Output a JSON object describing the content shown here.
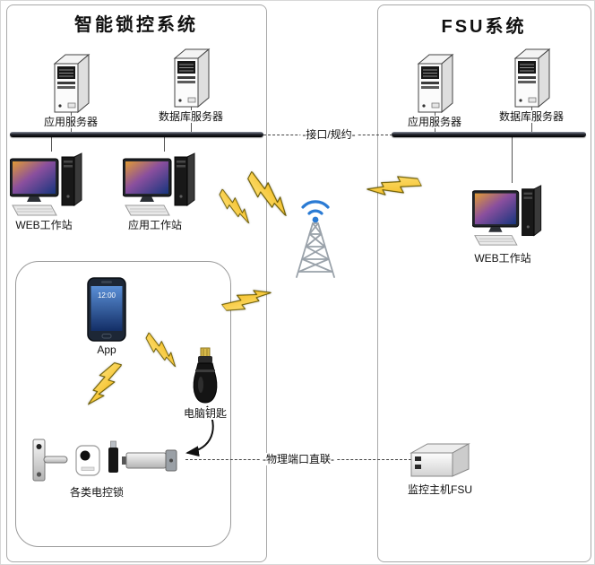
{
  "left_panel": {
    "title": "智能锁控系统",
    "app_server": "应用服务器",
    "db_server": "数据库服务器",
    "web_ws": "WEB工作站",
    "app_ws": "应用工作站",
    "phone_label": "App",
    "phone_time": "12:00",
    "key_label": "电脑钥匙",
    "locks_label": "各类电控锁"
  },
  "right_panel": {
    "title": "FSU系统",
    "app_server": "应用服务器",
    "db_server": "数据库服务器",
    "web_ws": "WEB工作站",
    "fsu_label": "监控主机FSU"
  },
  "links": {
    "interface_label": "-接口/规约-",
    "physical_label": "-物理端口直联-"
  },
  "colors": {
    "bolt": "#f2b705",
    "wifi": "#2b7bd4",
    "bus": "#101319"
  }
}
